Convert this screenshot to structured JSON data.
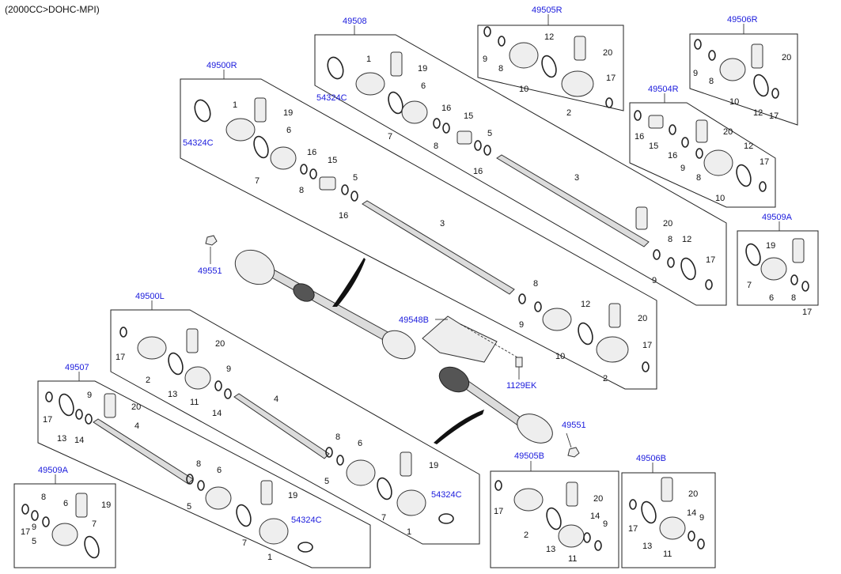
{
  "header": {
    "title": "(2000CC>DOHC-MPI)"
  },
  "groups": {
    "g49508": "49508",
    "g49505R": "49505R",
    "g49506R": "49506R",
    "g49500R": "49500R",
    "g49504R": "49504R",
    "g49509A_right": "49509A",
    "g49500L": "49500L",
    "g49507": "49507",
    "g49509A_left": "49509A",
    "g49505B": "49505B",
    "g49506B": "49506B"
  },
  "callouts": {
    "c49551_top": "49551",
    "c49551_bottom": "49551",
    "c49548B": "49548B",
    "c1129EK": "1129EK",
    "c54324C_a": "54324C",
    "c54324C_b": "54324C",
    "c54324C_c": "54324C",
    "c54324C_d": "54324C"
  },
  "parts": {
    "p1": "1",
    "p2": "2",
    "p3": "3",
    "p4": "4",
    "p5": "5",
    "p6": "6",
    "p7": "7",
    "p8": "8",
    "p9": "9",
    "p10": "10",
    "p11": "11",
    "p12": "12",
    "p13": "13",
    "p14": "14",
    "p15": "15",
    "p16": "16",
    "p17": "17",
    "p19": "19",
    "p20": "20"
  }
}
